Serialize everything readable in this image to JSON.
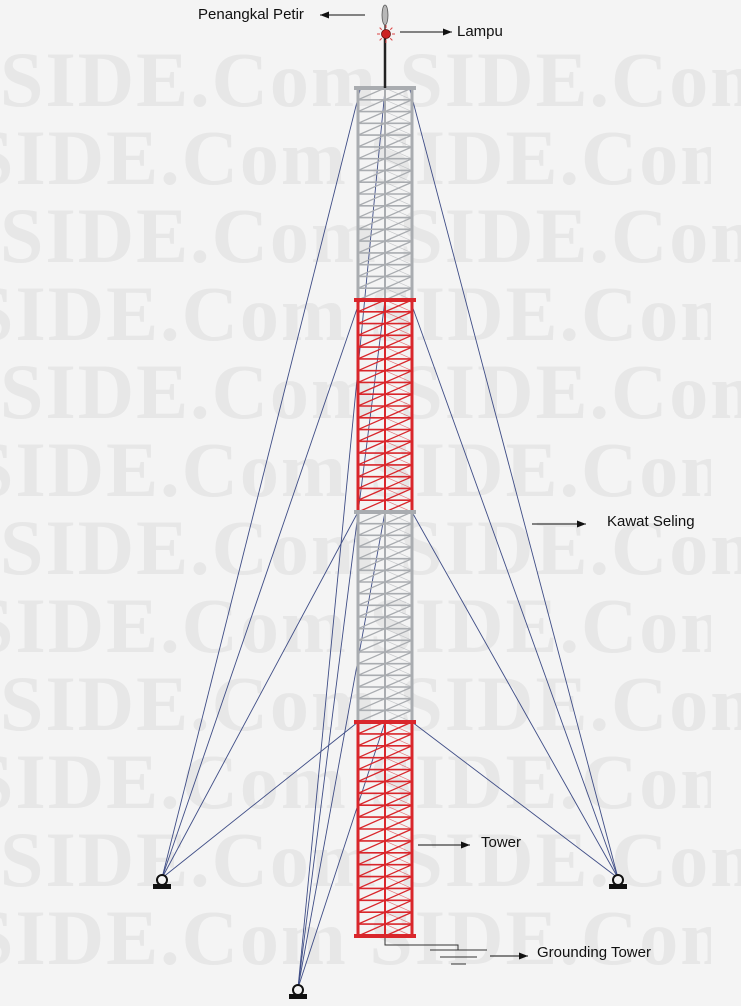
{
  "labels": {
    "lightning_rod": "Penangkal Petir",
    "lamp": "Lampu",
    "guy_wire": "Kawat Seling",
    "tower": "Tower",
    "grounding": "Grounding Tower"
  },
  "watermark": "SIDE.Com",
  "colors": {
    "background": "#f4f4f4",
    "tower_red": "#d9262b",
    "tower_gray": "#a9acb0",
    "guy_wire": "#3f4d86",
    "anchor": "#111111",
    "watermark": "#e7e7e7"
  },
  "tower": {
    "sections": [
      "gray",
      "red",
      "gray",
      "red"
    ]
  }
}
